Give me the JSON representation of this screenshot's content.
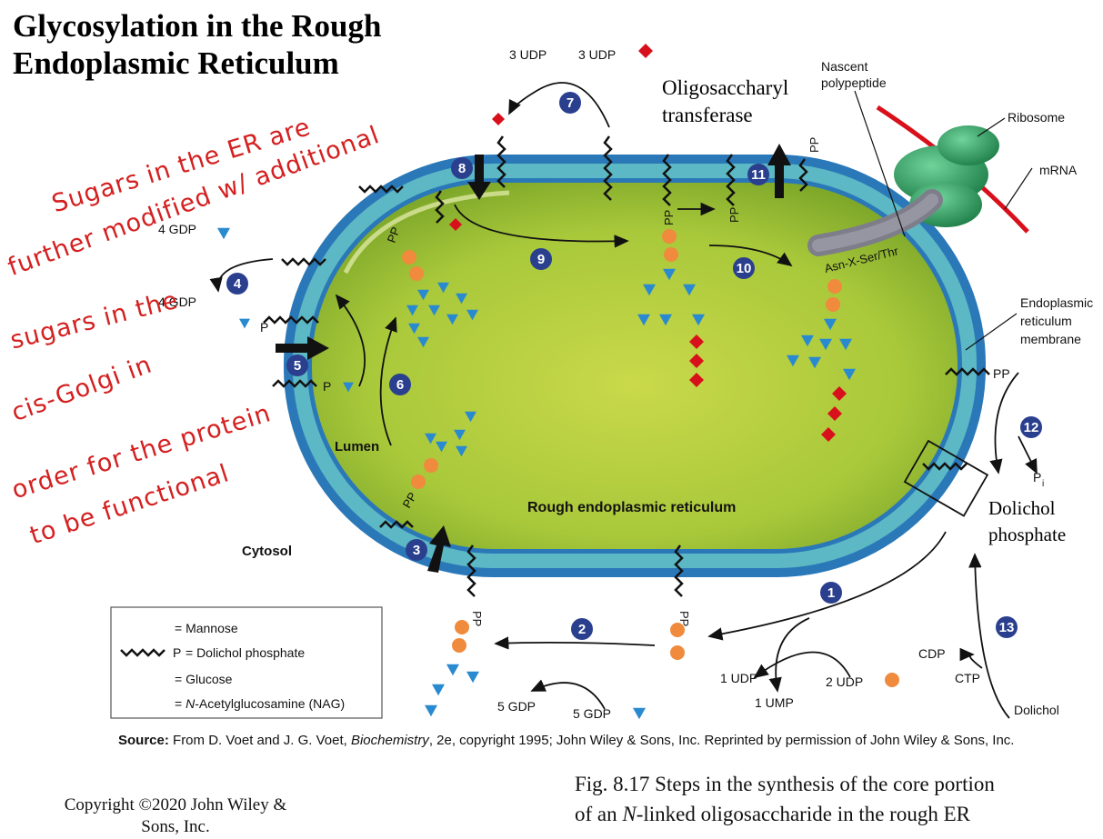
{
  "title": {
    "line1": "Glycosylation in the Rough",
    "line2": "Endoplasmic Reticulum"
  },
  "annotation_handwritten": [
    "Sugars in the ER are",
    "further modified w/ additional",
    "sugars in the",
    "cis-Golgi in",
    "order for the protein",
    "to be functional"
  ],
  "labels": {
    "oligosaccharyl": "Oligosaccharyl",
    "transferase": "transferase",
    "nascent": "Nascent",
    "polypeptide": "polypeptide",
    "ribosome": "Ribosome",
    "mrna": "mRNA",
    "er_membrane_1": "Endoplasmic",
    "er_membrane_2": "reticulum",
    "er_membrane_3": "membrane",
    "lumen": "Lumen",
    "cytosol": "Cytosol",
    "rough_er": "Rough endoplasmic reticulum",
    "dolichol_phosphate_1": "Dolichol",
    "dolichol_phosphate_2": "phosphate",
    "asn": "Asn-X-Ser/Thr",
    "udp3a": "3 UDP",
    "udp3b": "3 UDP",
    "gdp4a": "4 GDP",
    "gdp4b": "4 GDP",
    "gdp5a": "5 GDP",
    "gdp5b": "5 GDP",
    "udp1": "1 UDP",
    "ump1": "1 UMP",
    "udp2": "2 UDP",
    "cdp": "CDP",
    "ctp": "CTP",
    "dolichol": "Dolichol",
    "pp": "PP",
    "p": "P",
    "pi": "P",
    "pi_sub": "i"
  },
  "steps": [
    "1",
    "2",
    "3",
    "4",
    "5",
    "6",
    "7",
    "8",
    "9",
    "10",
    "11",
    "12",
    "13"
  ],
  "legend": {
    "mannose": "= Mannose",
    "dolichol_phosphate": "= Dolichol phosphate",
    "glucose": "= Glucose",
    "nag_prefix": "= ",
    "nag_italic": "N",
    "nag_rest": "-Acetylglucosamine (NAG)"
  },
  "source": {
    "label": "Source:",
    "text1": " From D. Voet and J. G. Voet, ",
    "book": "Biochemistry",
    "text2": ", 2e, copyright 1995; John Wiley & Sons, Inc. Reprinted by permission of John Wiley & Sons, Inc."
  },
  "caption": {
    "line1": "Fig. 8.17 Steps in the synthesis of the core portion",
    "line2_pre": "of an ",
    "line2_italic": "N",
    "line2_post": "-linked oligosaccharide in the rough ER"
  },
  "copyright": {
    "line1": "Copyright ©2020 John Wiley &",
    "line2": "Sons, Inc."
  },
  "colors": {
    "membrane_outer": "#2a78b8",
    "membrane_mid": "#5cb8c4",
    "lumen": "#a8c83a",
    "mannose": "#2a8ad0",
    "glucose": "#d8101c",
    "nag": "#f08a3c",
    "step_badge": "#2a3f8e",
    "handwriting": "#d42020",
    "ribosome": "#2a9a5c",
    "mrna": "#d8101c"
  }
}
